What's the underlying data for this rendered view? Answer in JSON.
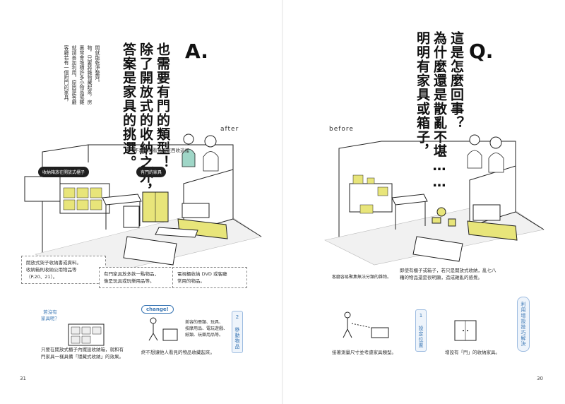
{
  "left": {
    "qa_letter": "A.",
    "headline": [
      "答案是家具的挑選。",
      "除了開放式的收納之外，",
      "也需要有門的類型！"
    ],
    "intro": [
      "客廳若有一個附門的家具，",
      "就請善加利用。原因是客廳",
      "裏常會堆積許多小物品或雜",
      "物，只要將雜物藏起來，房",
      "間就能乾淨整齊。"
    ],
    "tag": "after",
    "scene_note": "不想讓人看見的東西收這裡",
    "callouts": [
      "收納箱放在開放式櫃子",
      "有門的家具"
    ],
    "box1": [
      "開放式架子收納書或資料。",
      "收納箱則收納公用物品等",
      "（P.20、21）。"
    ],
    "box2": [
      "有門家具放多款一點物品，",
      "像是玩具或玩樂用品等。"
    ],
    "box3": [
      "電視櫃收納 DVD 或客廳",
      "常用的物品。"
    ],
    "bottom": {
      "bubble_text": [
        "若沒有",
        "家具呢？"
      ],
      "caption1": [
        "只要在開放式櫃子內擺設收納箱，就和有",
        "門家具一樣具備「隱藏式收納」的效果。"
      ],
      "change_pill": "change!",
      "change_small": [
        "美容的冊類、玩具、",
        "按摩用品、電玩遊戲、",
        "紙類、玩樂用品等。"
      ],
      "vertical_label": "2 移動物品",
      "caption2": "終不想讓他人看見的物品收藏起來。"
    },
    "page_number": "31"
  },
  "right": {
    "qa_letter": "Q.",
    "headline": [
      "明明有家具或箱子，",
      "為什麼還是散亂不堪……",
      "這是怎麼回事？"
    ],
    "tag": "before",
    "small_note": "客廳容易聚集無法分類的雜物。",
    "caption_main": [
      "即使有櫃子或箱子，若只是開放式收納，亂七八",
      "糟的物品還是很明顯，造成雜亂的感覺。"
    ],
    "bottom": {
      "vertical_label": "1 設定位置",
      "caption1": "接著測量尺寸並考慮家具類型。",
      "caption2": "增設有「門」的收納家具。",
      "side_label": "利用增設技巧解決"
    },
    "page_number": "30"
  }
}
